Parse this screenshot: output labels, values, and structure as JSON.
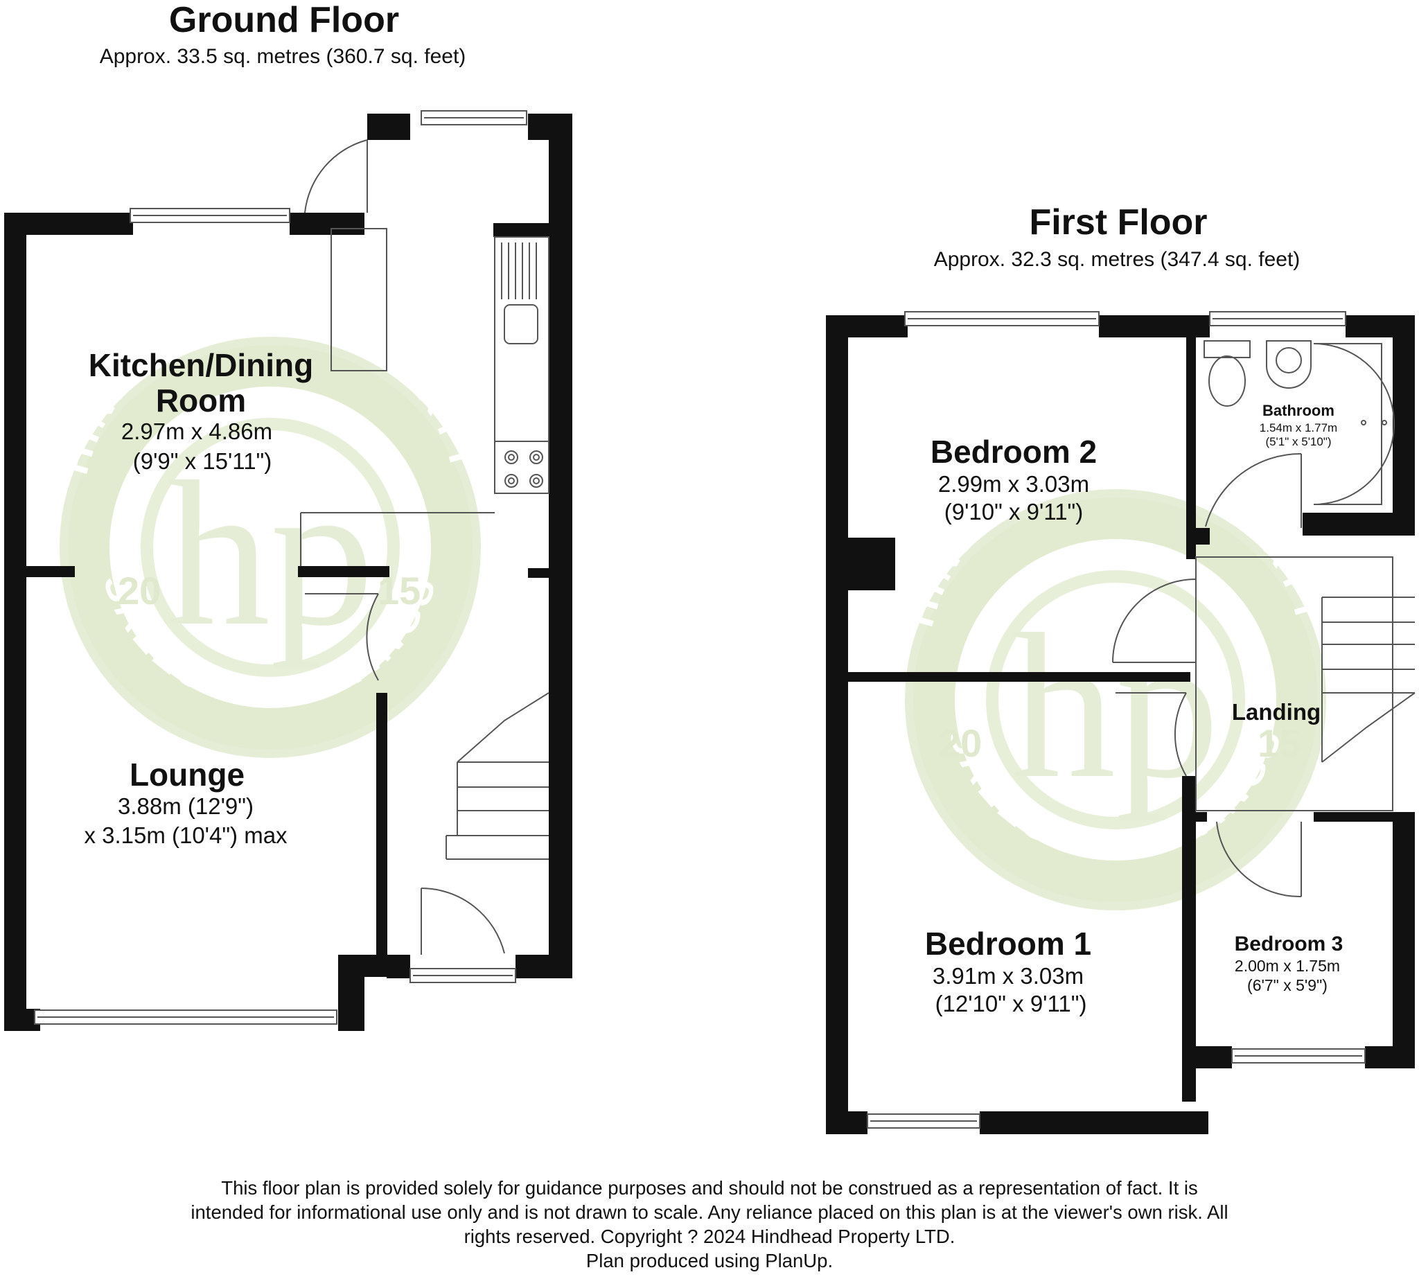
{
  "colors": {
    "wall": "#111111",
    "line": "#555555",
    "watermark": "#d9e6c4",
    "watermark_light": "#e4edd3",
    "text": "#111111"
  },
  "watermark": {
    "brand": "HINDHEAD PROPERTY",
    "tagline": "SALES & LETTINGS",
    "year_left": "20",
    "year_right": "15",
    "monogram": "hp"
  },
  "ground_floor": {
    "title": "Ground Floor",
    "area": "Approx. 33.5 sq. metres (360.7 sq. feet)",
    "rooms": [
      {
        "name_lines": [
          "Kitchen/Dining",
          "Room"
        ],
        "dims": [
          "2.97m x 4.86m",
          "(9'9\" x 15'11\")"
        ]
      },
      {
        "name_lines": [
          "Lounge"
        ],
        "dims": [
          "3.88m (12'9\")",
          "x 3.15m (10'4\") max"
        ]
      }
    ]
  },
  "first_floor": {
    "title": "First Floor",
    "area": "Approx. 32.3 sq. metres (347.4 sq. feet)",
    "rooms": [
      {
        "name": "Bedroom 2",
        "dims": [
          "2.99m x 3.03m",
          "(9'10\" x 9'11\")"
        ]
      },
      {
        "name": "Bathroom",
        "dims": [
          "1.54m x 1.77m",
          "(5'1\" x 5'10\")"
        ]
      },
      {
        "name": "Landing",
        "dims": []
      },
      {
        "name": "Bedroom 1",
        "dims": [
          "3.91m x 3.03m",
          "(12'10\" x 9'11\")"
        ]
      },
      {
        "name": "Bedroom 3",
        "dims": [
          "2.00m x 1.75m",
          "(6'7\" x 5'9\")"
        ]
      }
    ]
  },
  "disclaimer": [
    "This floor plan is provided solely for guidance purposes and should not be construed as a representation of fact. It is",
    "intended for informational use only and is not drawn to scale. Any reliance placed on this plan is at the viewer's own risk. All",
    "rights reserved. Copyright ? 2024 Hindhead Property LTD.",
    "Plan produced using PlanUp."
  ]
}
